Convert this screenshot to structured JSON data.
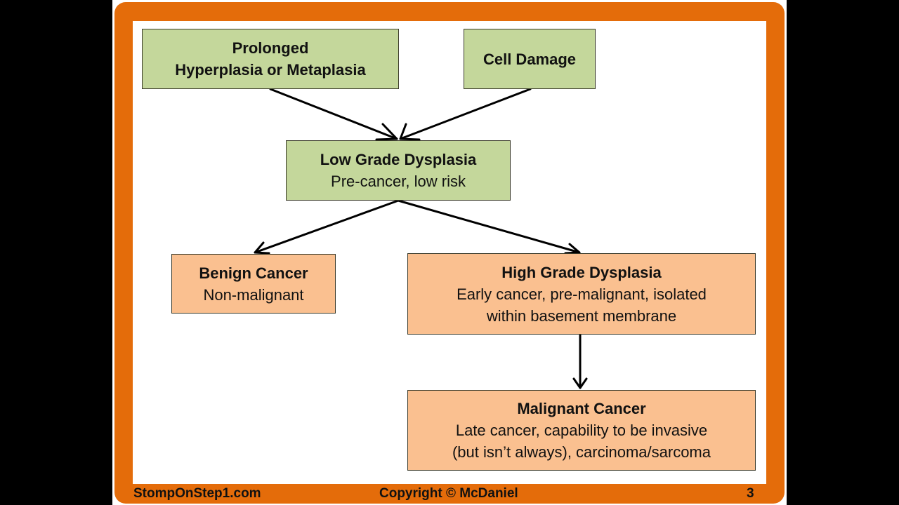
{
  "theme": {
    "frame_color": "#e46c0a",
    "green_box": "#c4d79b",
    "peach_box": "#fac090"
  },
  "nodes": {
    "prolonged": {
      "lines": [
        "Prolonged",
        "Hyperplasia or Metaplasia"
      ]
    },
    "cell_damage": {
      "title": "Cell Damage"
    },
    "low_grade": {
      "title": "Low Grade Dysplasia",
      "lines": [
        "Pre-cancer, low risk"
      ]
    },
    "benign": {
      "title": "Benign Cancer",
      "lines": [
        "Non-malignant"
      ]
    },
    "high_grade": {
      "title": "High Grade Dysplasia",
      "lines": [
        "Early cancer, pre-malignant, isolated",
        "within basement membrane"
      ]
    },
    "malignant": {
      "title": "Malignant Cancer",
      "lines": [
        "Late cancer, capability to be invasive",
        "(but isn’t always), carcinoma/sarcoma"
      ]
    }
  },
  "edges": [
    {
      "from": "prolonged",
      "to": "low_grade"
    },
    {
      "from": "cell_damage",
      "to": "low_grade"
    },
    {
      "from": "low_grade",
      "to": "benign"
    },
    {
      "from": "low_grade",
      "to": "high_grade"
    },
    {
      "from": "high_grade",
      "to": "malignant"
    }
  ],
  "footer": {
    "site": "StompOnStep1.com",
    "copyright": "Copyright © McDaniel",
    "page_number": "3"
  }
}
